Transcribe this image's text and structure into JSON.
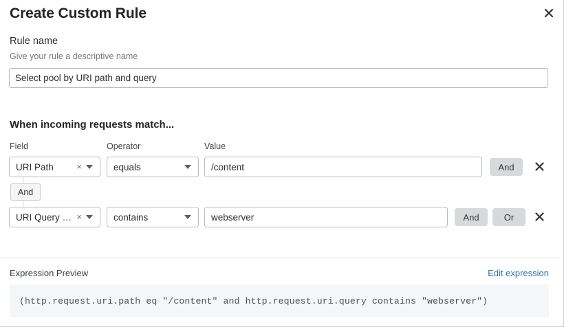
{
  "dialog": {
    "title": "Create Custom Rule",
    "close_icon": "close-icon"
  },
  "rule_name": {
    "label": "Rule name",
    "description": "Give your rule a descriptive name",
    "value": "Select pool by URI path and query",
    "placeholder": "Select pool by URI path and query"
  },
  "match": {
    "heading": "When incoming requests match...",
    "columns": {
      "field": "Field",
      "operator": "Operator",
      "value": "Value"
    },
    "connector_badge": "And",
    "rows": [
      {
        "field": "URI Path",
        "operator": "equals",
        "value": "/content",
        "logic_buttons": [
          "And"
        ],
        "delete": "delete-icon"
      },
      {
        "field": "URI Query St...",
        "operator": "contains",
        "value": "webserver",
        "logic_buttons": [
          "And",
          "Or"
        ],
        "delete": "delete-icon"
      }
    ]
  },
  "expression": {
    "label": "Expression Preview",
    "edit_link": "Edit expression",
    "code": "(http.request.uri.path eq \"/content\" and http.request.uri.query contains \"webserver\")"
  },
  "colors": {
    "link": "#3277a8",
    "logic_button_bg": "#d8d9da",
    "code_bg": "#f5f6f7",
    "border": "#b8bcc0"
  }
}
